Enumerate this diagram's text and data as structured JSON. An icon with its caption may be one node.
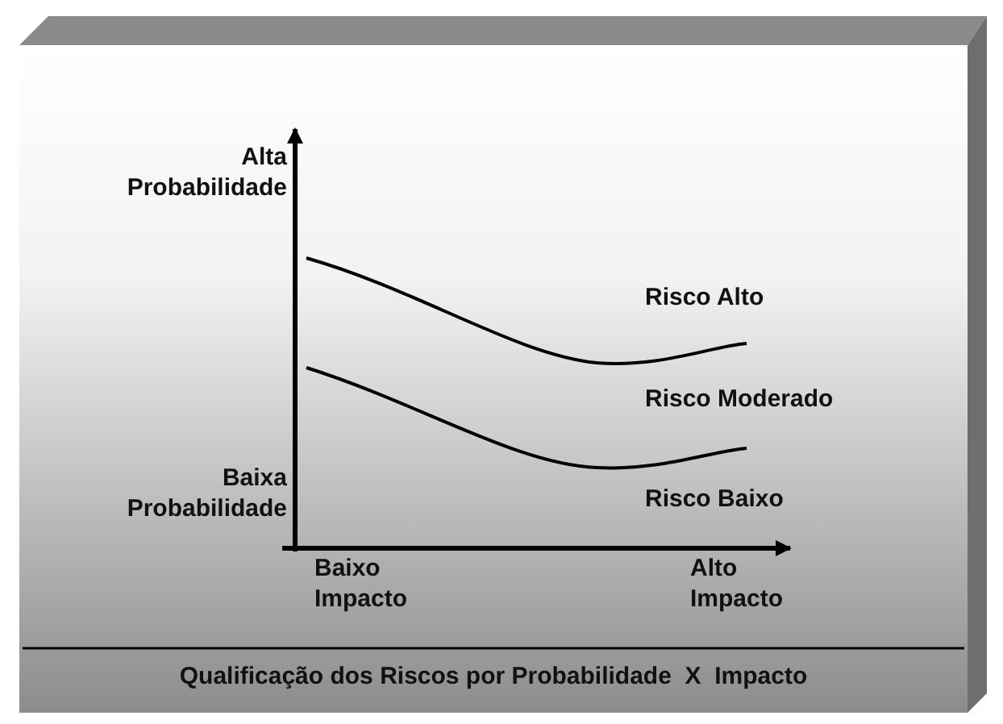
{
  "diagram": {
    "caption": "Qualificação dos Riscos por Probabilidade  X  Impacto",
    "labels": [
      "Alta Probabilidade",
      "Risco Alto",
      "Risco Moderado",
      "Baixa Probabilidade",
      "Risco Baixo",
      "Baixo Impacto",
      "Alto Impacto"
    ]
  }
}
